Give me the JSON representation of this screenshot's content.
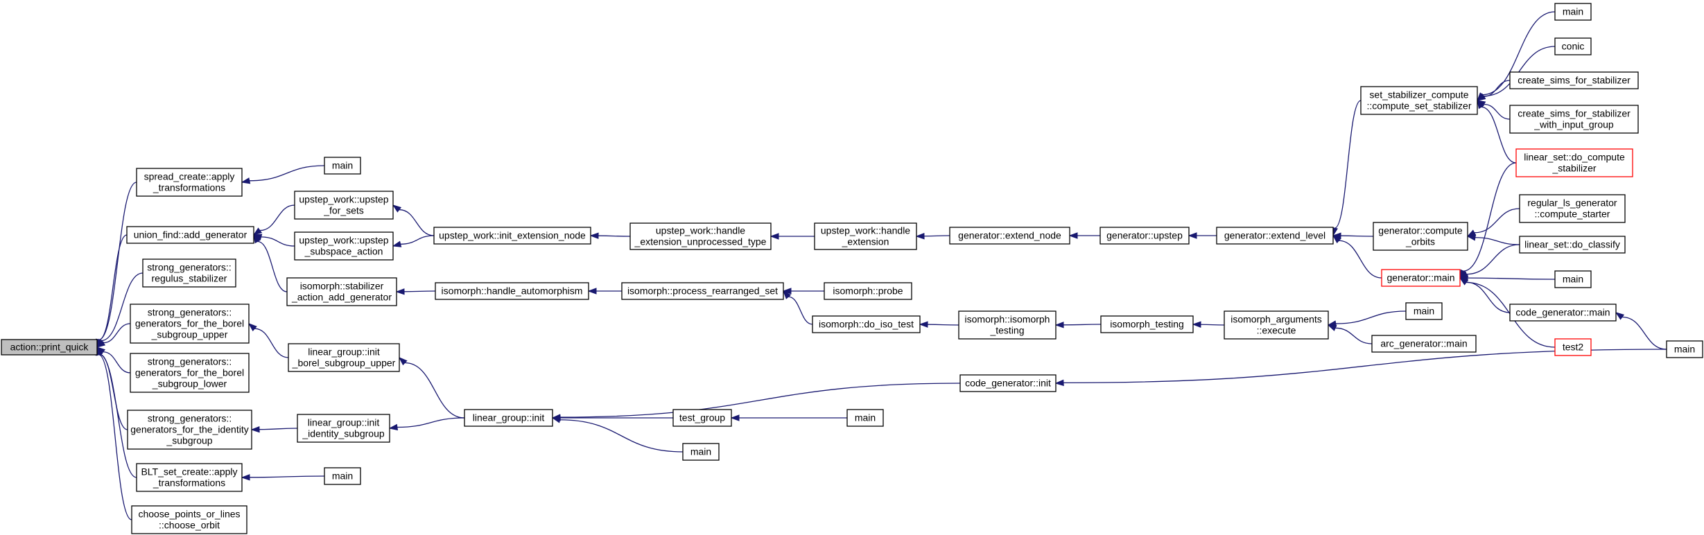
{
  "graph": {
    "edge_color": "#191970",
    "nodes": [
      {
        "id": "root",
        "lines": [
          "action::print_quick"
        ],
        "style": "root"
      },
      {
        "id": "spread_apply",
        "lines": [
          "spread_create::apply",
          "_transformations"
        ]
      },
      {
        "id": "main_a",
        "lines": [
          "main"
        ]
      },
      {
        "id": "uf_add",
        "lines": [
          "union_find::add_generator"
        ]
      },
      {
        "id": "uw_sets",
        "lines": [
          "upstep_work::upstep",
          "_for_sets"
        ]
      },
      {
        "id": "uw_subspace",
        "lines": [
          "upstep_work::upstep",
          "_subspace_action"
        ]
      },
      {
        "id": "uw_init_ext",
        "lines": [
          "upstep_work::init_extension_node"
        ]
      },
      {
        "id": "uw_handle_unproc",
        "lines": [
          "upstep_work::handle",
          "_extension_unprocessed_type"
        ]
      },
      {
        "id": "uw_handle_ext",
        "lines": [
          "upstep_work::handle",
          "_extension"
        ]
      },
      {
        "id": "gen_extend_node",
        "lines": [
          "generator::extend_node"
        ]
      },
      {
        "id": "gen_upstep",
        "lines": [
          "generator::upstep"
        ]
      },
      {
        "id": "gen_extend_level",
        "lines": [
          "generator::extend_level"
        ]
      },
      {
        "id": "ssc_compute",
        "lines": [
          "set_stabilizer_compute",
          "::compute_set_stabilizer"
        ]
      },
      {
        "id": "main_ss",
        "lines": [
          "main"
        ]
      },
      {
        "id": "conic",
        "lines": [
          "conic"
        ]
      },
      {
        "id": "css",
        "lines": [
          "create_sims_for_stabilizer"
        ]
      },
      {
        "id": "css_input",
        "lines": [
          "create_sims_for_stabilizer",
          "_with_input_group"
        ]
      },
      {
        "id": "ls_do_compute",
        "lines": [
          "linear_set::do_compute",
          "_stabilizer"
        ],
        "style": "red"
      },
      {
        "id": "gen_compute_orbits",
        "lines": [
          "generator::compute",
          "_orbits"
        ]
      },
      {
        "id": "rls_compute_starter",
        "lines": [
          "regular_ls_generator",
          "::compute_starter"
        ]
      },
      {
        "id": "ls_do_classify",
        "lines": [
          "linear_set::do_classify"
        ]
      },
      {
        "id": "gen_main",
        "lines": [
          "generator::main"
        ],
        "style": "red"
      },
      {
        "id": "main_g",
        "lines": [
          "main"
        ]
      },
      {
        "id": "cg_main",
        "lines": [
          "code_generator::main"
        ]
      },
      {
        "id": "test2",
        "lines": [
          "test2"
        ],
        "style": "red"
      },
      {
        "id": "main_far",
        "lines": [
          "main"
        ]
      },
      {
        "id": "sg_regulus",
        "lines": [
          "strong_generators::",
          "regulus_stabilizer"
        ]
      },
      {
        "id": "iso_stab_add",
        "lines": [
          "isomorph::stabilizer",
          "_action_add_generator"
        ]
      },
      {
        "id": "iso_handle_auto",
        "lines": [
          "isomorph::handle_automorphism"
        ]
      },
      {
        "id": "iso_process",
        "lines": [
          "isomorph::process_rearranged_set"
        ]
      },
      {
        "id": "iso_probe",
        "lines": [
          "isomorph::probe"
        ]
      },
      {
        "id": "iso_do_iso",
        "lines": [
          "isomorph::do_iso_test"
        ]
      },
      {
        "id": "iso_iso_testing",
        "lines": [
          "isomorph::isomorph",
          "_testing"
        ]
      },
      {
        "id": "isomorph_testing",
        "lines": [
          "isomorph_testing"
        ]
      },
      {
        "id": "iso_args_exec",
        "lines": [
          "isomorph_arguments",
          "::execute"
        ]
      },
      {
        "id": "main_iso",
        "lines": [
          "main"
        ]
      },
      {
        "id": "arc_gen_main",
        "lines": [
          "arc_generator::main"
        ]
      },
      {
        "id": "sg_borel_upper",
        "lines": [
          "strong_generators::",
          "generators_for_the_borel",
          "_subgroup_upper"
        ]
      },
      {
        "id": "lg_init_borel",
        "lines": [
          "linear_group::init",
          "_borel_subgroup_upper"
        ]
      },
      {
        "id": "sg_borel_lower",
        "lines": [
          "strong_generators::",
          "generators_for_the_borel",
          "_subgroup_lower"
        ]
      },
      {
        "id": "lg_init",
        "lines": [
          "linear_group::init"
        ]
      },
      {
        "id": "cg_init",
        "lines": [
          "code_generator::init"
        ]
      },
      {
        "id": "test_group",
        "lines": [
          "test_group"
        ]
      },
      {
        "id": "main_tg",
        "lines": [
          "main"
        ]
      },
      {
        "id": "main_lg",
        "lines": [
          "main"
        ]
      },
      {
        "id": "sg_identity",
        "lines": [
          "strong_generators::",
          "generators_for_the_identity",
          "_subgroup"
        ]
      },
      {
        "id": "lg_init_identity",
        "lines": [
          "linear_group::init",
          "_identity_subgroup"
        ]
      },
      {
        "id": "blt_apply",
        "lines": [
          "BLT_set_create::apply",
          "_transformations"
        ]
      },
      {
        "id": "main_blt",
        "lines": [
          "main"
        ]
      },
      {
        "id": "choose_points",
        "lines": [
          "choose_points_or_lines",
          "::choose_orbit"
        ]
      }
    ],
    "edges": [
      [
        "spread_apply",
        "root"
      ],
      [
        "main_a",
        "spread_apply"
      ],
      [
        "uf_add",
        "root"
      ],
      [
        "uw_sets",
        "uf_add"
      ],
      [
        "uw_subspace",
        "uf_add"
      ],
      [
        "iso_stab_add",
        "uf_add"
      ],
      [
        "uw_init_ext",
        "uw_sets"
      ],
      [
        "uw_init_ext",
        "uw_subspace"
      ],
      [
        "uw_handle_unproc",
        "uw_init_ext"
      ],
      [
        "uw_handle_ext",
        "uw_handle_unproc"
      ],
      [
        "gen_extend_node",
        "uw_handle_ext"
      ],
      [
        "gen_upstep",
        "gen_extend_node"
      ],
      [
        "gen_extend_level",
        "gen_upstep"
      ],
      [
        "ssc_compute",
        "gen_extend_level"
      ],
      [
        "gen_compute_orbits",
        "gen_extend_level"
      ],
      [
        "gen_main",
        "gen_extend_level"
      ],
      [
        "main_ss",
        "ssc_compute"
      ],
      [
        "conic",
        "ssc_compute"
      ],
      [
        "css",
        "ssc_compute"
      ],
      [
        "css_input",
        "ssc_compute"
      ],
      [
        "ls_do_compute",
        "ssc_compute"
      ],
      [
        "rls_compute_starter",
        "gen_compute_orbits"
      ],
      [
        "ls_do_classify",
        "gen_compute_orbits"
      ],
      [
        "ls_do_compute",
        "gen_main"
      ],
      [
        "ls_do_classify",
        "gen_main"
      ],
      [
        "main_g",
        "gen_main"
      ],
      [
        "cg_main",
        "gen_main"
      ],
      [
        "test2",
        "gen_main"
      ],
      [
        "main_far",
        "cg_main"
      ],
      [
        "sg_regulus",
        "root"
      ],
      [
        "iso_handle_auto",
        "iso_stab_add"
      ],
      [
        "iso_process",
        "iso_handle_auto"
      ],
      [
        "iso_probe",
        "iso_process"
      ],
      [
        "iso_do_iso",
        "iso_process"
      ],
      [
        "iso_iso_testing",
        "iso_do_iso"
      ],
      [
        "isomorph_testing",
        "iso_iso_testing"
      ],
      [
        "iso_args_exec",
        "isomorph_testing"
      ],
      [
        "main_iso",
        "iso_args_exec"
      ],
      [
        "arc_gen_main",
        "iso_args_exec"
      ],
      [
        "sg_borel_upper",
        "root"
      ],
      [
        "lg_init_borel",
        "sg_borel_upper"
      ],
      [
        "lg_init",
        "lg_init_borel"
      ],
      [
        "sg_borel_lower",
        "root"
      ],
      [
        "cg_init",
        "lg_init"
      ],
      [
        "main_far",
        "cg_init"
      ],
      [
        "test_group",
        "lg_init"
      ],
      [
        "main_tg",
        "test_group"
      ],
      [
        "main_lg",
        "lg_init"
      ],
      [
        "sg_identity",
        "root"
      ],
      [
        "lg_init_identity",
        "sg_identity"
      ],
      [
        "lg_init",
        "lg_init_identity"
      ],
      [
        "blt_apply",
        "root"
      ],
      [
        "main_blt",
        "blt_apply"
      ],
      [
        "choose_points",
        "root"
      ]
    ]
  }
}
